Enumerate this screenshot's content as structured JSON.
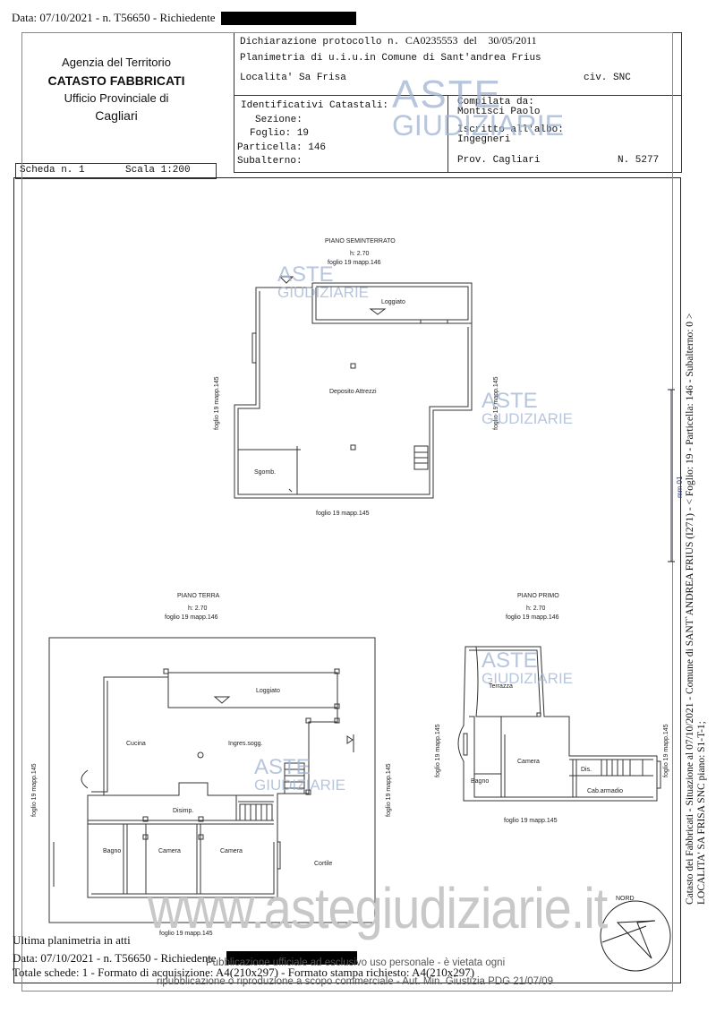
{
  "header_top": {
    "text": "Data: 07/10/2021 - n. T56650 - Richiedente"
  },
  "agency": {
    "line1": "Agenzia del Territorio",
    "line2": "CATASTO FABBRICATI",
    "line3": "Ufficio Provinciale di",
    "line4": "Cagliari"
  },
  "declaration": {
    "protocol_label": "Dichiarazione protocollo n.",
    "protocol_number": "CA0235553",
    "del_label": "del",
    "date": "30/05/2011",
    "planimetria": "Planimetria di u.i.u.in Comune di Sant'andrea Frius",
    "localita": "Localita' Sa Frisa",
    "civ": "civ. SNC"
  },
  "identifiers": {
    "title": "Identificativi Catastali:",
    "sezione": "Sezione:",
    "foglio": "Foglio: 19",
    "particella": "Particella: 146",
    "subalterno": "Subalterno:"
  },
  "compiler": {
    "compilata_label": "Compilata da:",
    "name": "Montisci Paolo",
    "iscritto_label": "Iscritto all'albo:",
    "albo": "Ingegneri",
    "prov": "Prov. Cagliari",
    "numero": "N.  5277"
  },
  "scheda": {
    "label": "Scheda n. 1",
    "scala": "Scala 1:200"
  },
  "plans": {
    "seminterrato": {
      "title": "PIANO SEMINTERRATO",
      "height": "h: 2.70",
      "top_mapp": "foglio 19 mapp.146",
      "bottom_mapp": "foglio 19 mapp.145",
      "left_mapp": "foglio 19 mapp.145",
      "right_mapp": "foglio 19 mapp.145",
      "room_loggiato": "Loggiato",
      "room_deposito": "Deposito Attrezzi",
      "room_sgomb": "Sgomb."
    },
    "terra": {
      "title": "PIANO TERRA",
      "height": "h: 2.70",
      "top_mapp": "foglio 19 mapp.146",
      "bottom_mapp": "foglio 19 mapp.145",
      "left_mapp": "foglio 19 mapp.145",
      "right_mapp": "foglio 19 mapp.145",
      "room_loggiato": "Loggiato",
      "room_cucina": "Cucina",
      "room_ingresso": "Ingres.sogg.",
      "room_disimp": "Disimp.",
      "room_bagno": "Bagno",
      "room_camera1": "Camera",
      "room_camera2": "Camera",
      "room_cortile": "Cortile"
    },
    "primo": {
      "title": "PIANO PRIMO",
      "height": "h: 2.70",
      "top_mapp": "foglio 19 mapp.146",
      "bottom_mapp": "foglio 19 mapp.145",
      "left_mapp": "foglio 19 mapp.145",
      "right_mapp": "foglio 19 mapp.145",
      "room_terrazza": "Terrazza",
      "room_camera": "Camera",
      "room_bagno": "Bagno",
      "room_dis": "Dis.",
      "room_cab": "Cab.armadio"
    }
  },
  "nord_label": "NORD",
  "side_text": {
    "line1": "Catasto dei Fabbricati - Situazione al 07/10/2021 - Comune di SANT`ANDREA FRIUS (I271) - < Foglio: 19 - Particella: 146 - Subalterno: 0 >",
    "line2": "LOCALITA' SA FRISA SNC piano: S1-T-1;",
    "side_mark": "mm 01"
  },
  "footer": {
    "ultima": "Ultima planimetria in atti",
    "data_line": "Data: 07/10/2021 - n. T56650 - Richiedente",
    "totale_line": "Totale schede: 1 - Formato di acquisizione: A4(210x297) - Formato stampa richiesto: A4(210x297)",
    "publication_1": "Pubblicazione ufficiale ad esclusivo uso personale - è vietata ogni",
    "publication_2": "ripubblicazione o riproduzione a scopo commerciale - Aut. Min. Giustizia PDG 21/07/09"
  },
  "watermarks": {
    "aste": "ASTE",
    "giudiziarie": "GIUDIZIARIE",
    "site": "www.astegiudiziarie.it"
  }
}
